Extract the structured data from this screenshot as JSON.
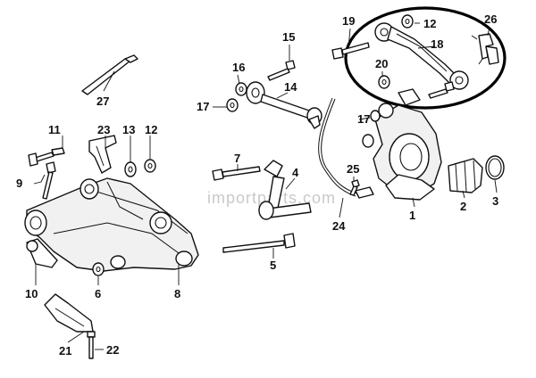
{
  "watermark": "importparts.com",
  "highlight_color": "#000000",
  "line_color": "#111111",
  "callouts": {
    "c1": "1",
    "c2": "2",
    "c3": "3",
    "c4": "4",
    "c5": "5",
    "c6": "6",
    "c7": "7",
    "c8": "8",
    "c9": "9",
    "c10": "10",
    "c11": "11",
    "c12a": "12",
    "c12b": "12",
    "c13": "13",
    "c14": "14",
    "c15": "15",
    "c16": "16",
    "c17a": "17",
    "c17b": "17",
    "c18": "18",
    "c19": "19",
    "c20": "20",
    "c21": "21",
    "c22": "22",
    "c23": "23",
    "c24": "24",
    "c25": "25",
    "c26": "26",
    "c27": "27"
  }
}
